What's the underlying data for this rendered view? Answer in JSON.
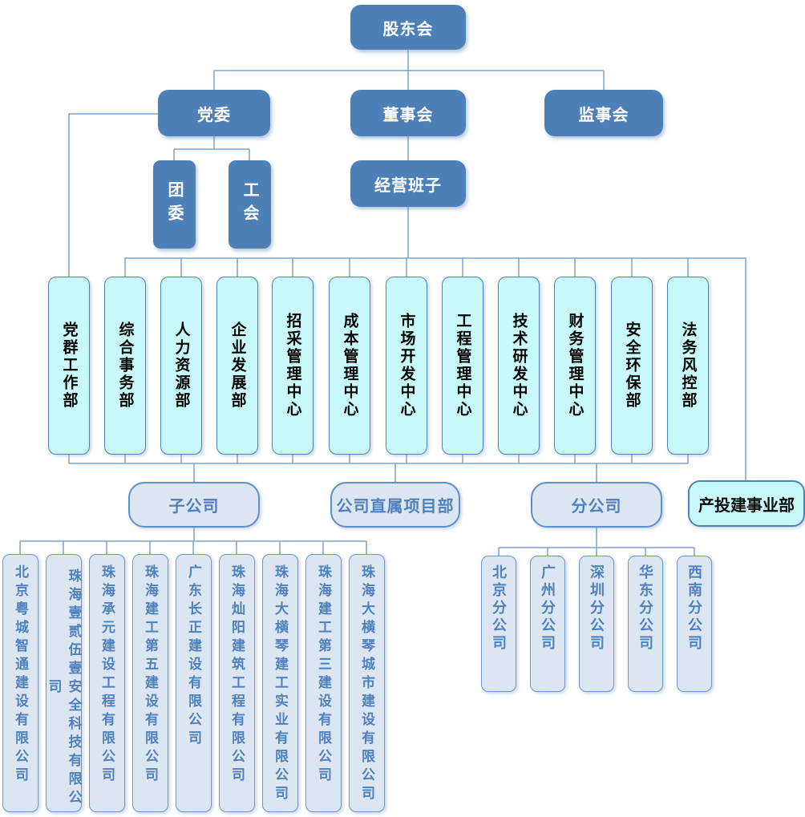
{
  "org": {
    "root": "股东会",
    "level2": [
      "党委",
      "董事会",
      "监事会"
    ],
    "party_children": [
      "团委",
      "工会"
    ],
    "management": "经营班子",
    "departments": [
      "党群工作部",
      "综合事务部",
      "人力资源部",
      "企业发展部",
      "招采管理中心",
      "成本管理中心",
      "市场开发中心",
      "工程管理中心",
      "技术研发中心",
      "财务管理中心",
      "安全环保部",
      "法务风控部"
    ],
    "groups": [
      "子公司",
      "公司直属项目部",
      "分公司",
      "产投建事业部"
    ],
    "subsidiaries": [
      "北京粤城智通建设有限公司",
      "珠海壹贰伍壹安全科技有限公司",
      "珠海承元建设工程有限公司",
      "珠海建工第五建设有限公司",
      "广东长正建设有限公司",
      "珠海灿阳建筑工程有限公司",
      "珠海大横琴建工实业有限公司",
      "珠海建工第三建设有限公司",
      "珠海大横琴城市建设有限公司"
    ],
    "branches": [
      "北京分公司",
      "广州分公司",
      "深圳分公司",
      "华东分公司",
      "西南分公司"
    ]
  },
  "colors": {
    "primary_blue": "#4e80b8",
    "cyan_fill": "#c9fafb",
    "light_fill": "#dce6f2",
    "connector_line": "#7aa3d4",
    "text_blue": "#4f81bd"
  }
}
